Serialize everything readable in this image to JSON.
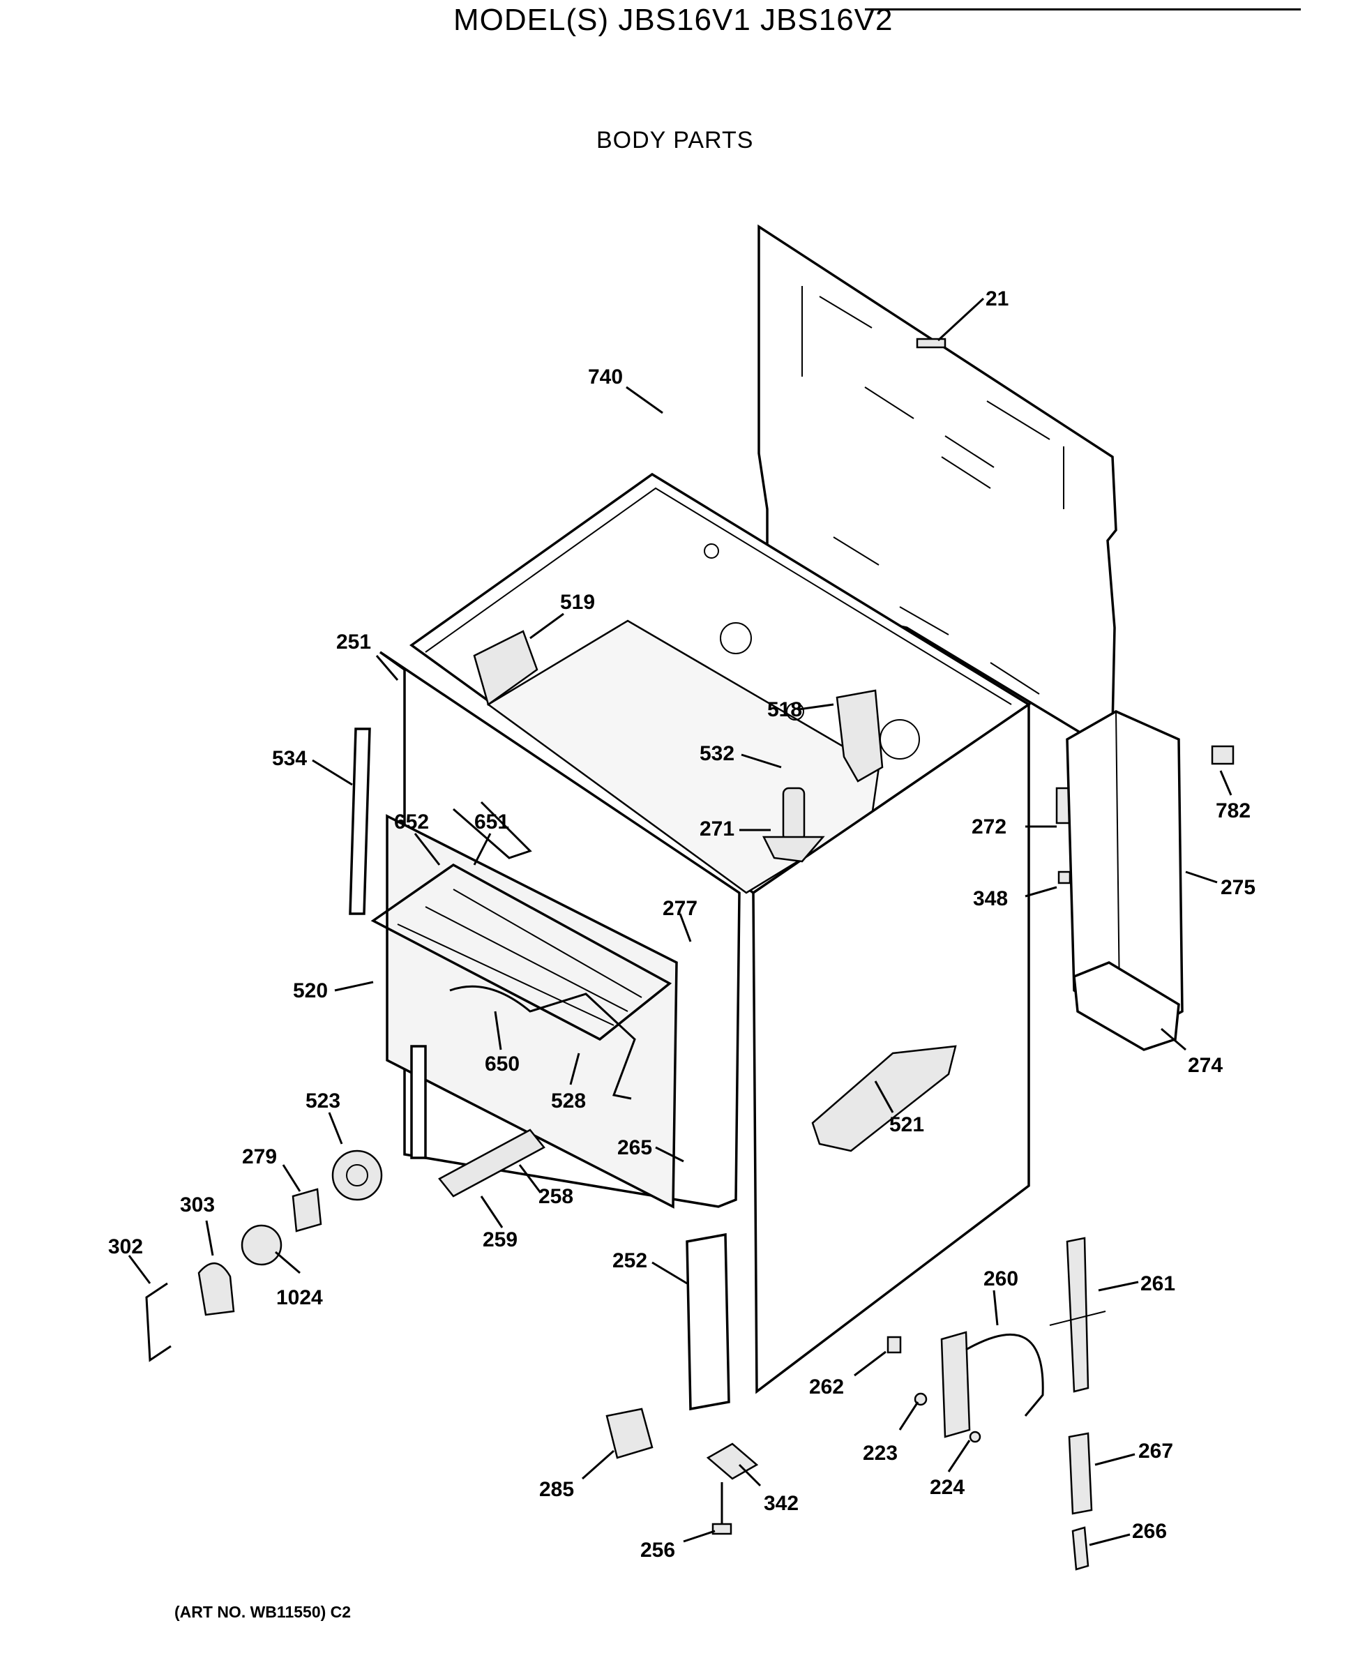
{
  "header": {
    "model": "MODEL(S) JBS16V1  JBS16V2",
    "section": "BODY PARTS"
  },
  "footer": {
    "art_no": "(ART NO. WB11550) C2"
  },
  "parts": {
    "p21": "21",
    "p740": "740",
    "p519": "519",
    "p251": "251",
    "p518": "518",
    "p534": "534",
    "p532": "532",
    "p652": "652",
    "p651": "651",
    "p271": "271",
    "p272": "272",
    "p782": "782",
    "p275": "275",
    "p348": "348",
    "p277": "277",
    "p520": "520",
    "p650": "650",
    "p274": "274",
    "p523": "523",
    "p528": "528",
    "p521": "521",
    "p279": "279",
    "p265": "265",
    "p303": "303",
    "p258": "258",
    "p259": "259",
    "p302": "302",
    "p252": "252",
    "p260": "260",
    "p261": "261",
    "p1024": "1024",
    "p262": "262",
    "p223": "223",
    "p267": "267",
    "p285": "285",
    "p342": "342",
    "p224": "224",
    "p266": "266",
    "p256": "256"
  }
}
